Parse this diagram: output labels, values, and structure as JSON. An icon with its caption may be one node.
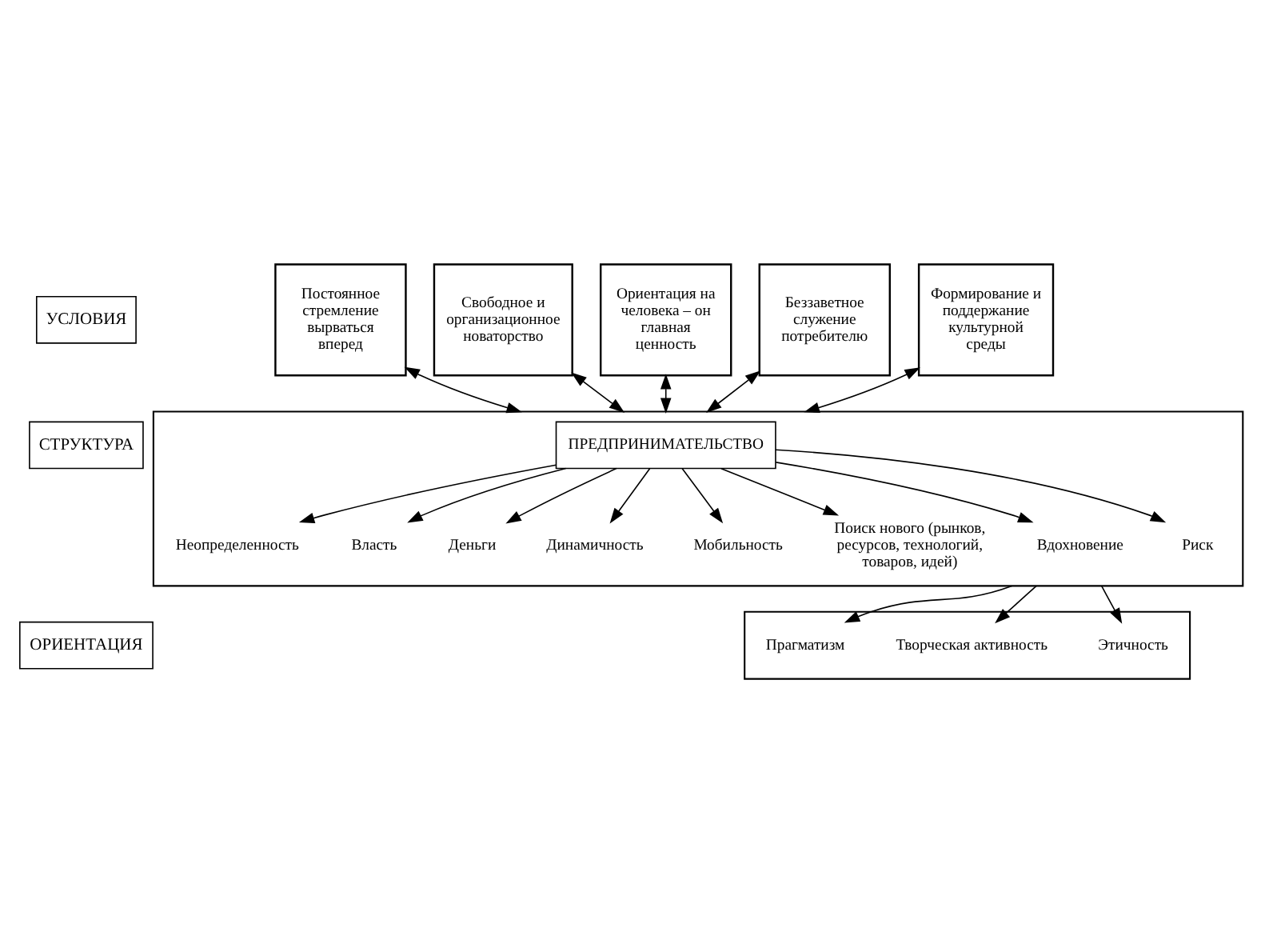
{
  "diagram": {
    "nodes": [
      {
        "text": [
          "УСЛОВИЯ"
        ]
      },
      {
        "text": [
          "Постоянное стремление вырваться вперед"
        ]
      },
      {
        "text": [
          "Свободное и организационное новаторство"
        ]
      },
      {
        "text": [
          "Ориентация на человека – он главная ценность"
        ]
      },
      {
        "text": [
          "Беззаветное служение потребителю"
        ]
      },
      {
        "text": [
          "Формирование и поддержание культурной среды"
        ]
      },
      {
        "text": [
          "СТРУКТУРА"
        ]
      },
      {
        "text": [],
        "shape": "box"
      },
      {
        "text": [
          "ПРЕДПРИНИМАТЕЛЬСТВО"
        ],
        "in": 7
      },
      {
        "text": [
          "Риск"
        ],
        "in": 7
      },
      {
        "text": [
          "Неопределенность"
        ],
        "in": 7
      },
      {
        "text": [
          "Власть"
        ],
        "in": 7
      },
      {
        "text": [
          "Деньги"
        ],
        "in": 7
      },
      {
        "text": [
          "Динамичность"
        ],
        "in": 7
      },
      {
        "text": [
          "Мобильность"
        ],
        "in": 7
      },
      {
        "text": [
          "Поиск нового (рынков, ресурсов, технологий, товаров, идей)"
        ],
        "in": 7
      },
      {
        "text": [
          "Вдохновение"
        ],
        "in": 7
      },
      {
        "text": [
          "ОРИЕНТАЦИЯ"
        ]
      },
      {
        "text": [],
        "shape": "box"
      },
      {
        "text": [
          "Творческая активность"
        ],
        "in": 18
      },
      {
        "text": [
          "Прагматизм"
        ],
        "in": 18
      },
      {
        "text": [
          "Этичность"
        ],
        "in": 18
      }
    ],
    "edges": [
      {
        "from": 1,
        "to": 7,
        "arrow": "both"
      },
      {
        "from": 2,
        "to": 7,
        "arrow": "both"
      },
      {
        "from": 3,
        "to": 7,
        "arrow": "both"
      },
      {
        "from": 4,
        "to": 7,
        "arrow": "both"
      },
      {
        "from": 5,
        "to": 7,
        "arrow": "both"
      },
      {
        "from": 8,
        "to": 9,
        "arrow": "to"
      },
      {
        "from": 8,
        "to": 10,
        "arrow": "to"
      },
      {
        "from": 8,
        "to": 11,
        "arrow": "to"
      },
      {
        "from": 8,
        "to": 12,
        "arrow": "to"
      },
      {
        "from": 8,
        "to": 13,
        "arrow": "to"
      },
      {
        "from": 8,
        "to": 14,
        "arrow": "to"
      },
      {
        "from": 8,
        "to": 15,
        "arrow": "to"
      },
      {
        "from": 8,
        "to": 16,
        "arrow": "to"
      },
      {
        "from": 7,
        "to": 19,
        "arrow": "to"
      },
      {
        "from": 7,
        "to": 20,
        "arrow": "to"
      },
      {
        "from": 7,
        "to": 21,
        "arrow": "to"
      }
    ]
  }
}
